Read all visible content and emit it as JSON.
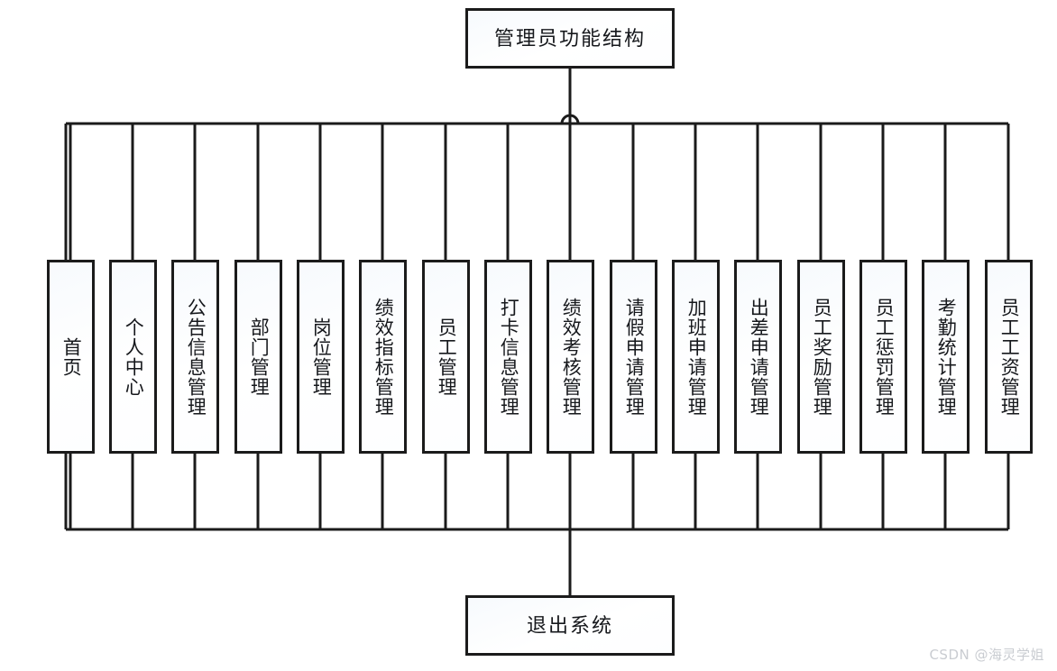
{
  "diagram": {
    "type": "tree-function-structure",
    "title": "管理员功能结构",
    "root": {
      "label": "管理员功能结构"
    },
    "exit": {
      "label": "退出系统"
    },
    "leaves": [
      {
        "label": "首页"
      },
      {
        "label": "个人中心"
      },
      {
        "label": "公告信息管理"
      },
      {
        "label": "部门管理"
      },
      {
        "label": "岗位管理"
      },
      {
        "label": "绩效指标管理"
      },
      {
        "label": "员工管理"
      },
      {
        "label": "打卡信息管理"
      },
      {
        "label": "绩效考核管理"
      },
      {
        "label": "请假申请管理"
      },
      {
        "label": "加班申请管理"
      },
      {
        "label": "出差申请管理"
      },
      {
        "label": "员工奖励管理"
      },
      {
        "label": "员工惩罚管理"
      },
      {
        "label": "考勤统计管理"
      },
      {
        "label": "员工工资管理"
      }
    ],
    "colors": {
      "line": "#1b1b1b",
      "box_fill": "#fbfcfe",
      "text": "#16181c",
      "watermark": "#c9ccd1",
      "background": "#ffffff"
    }
  },
  "watermark": {
    "text": "CSDN @海灵学姐"
  }
}
